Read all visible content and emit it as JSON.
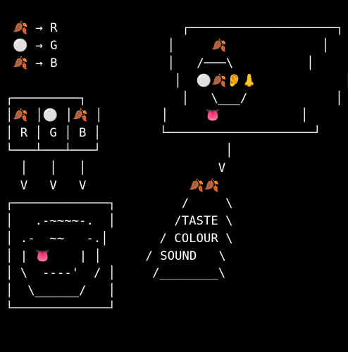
{
  "colors": {
    "background": "#000000",
    "foreground": "#ffffff"
  },
  "ascii_art": {
    "lines": [
      " 🍂 → R                 ┌────────────────────┐",
      " ⚪ → G               │     🍂             │",
      " 🍂 → B               │   /───\\          │",
      "                       │  ⚪🍂👂👃            │",
      "┌─────────┐             │   \\___/            │",
      "│🍂 │⚪ │🍂 │        │     👅           │",
      "│ R │ G │ B │        └────────────────────┘",
      "└───┴───┴───┘                 │",
      "  │   │   │                  V",
      "  V   V   V              🍂🍂",
      "┌─────────────┐         /     \\",
      "│   .-~~~~-.  │        /TASTE \\",
      "│ .-  ~~   -.│       / COLOUR \\",
      "│ | 👅    | │      / SOUND   \\",
      "│ \\  ----'  / │     /________\\",
      "│  \\______/   │",
      "└─────────────┘"
    ]
  }
}
